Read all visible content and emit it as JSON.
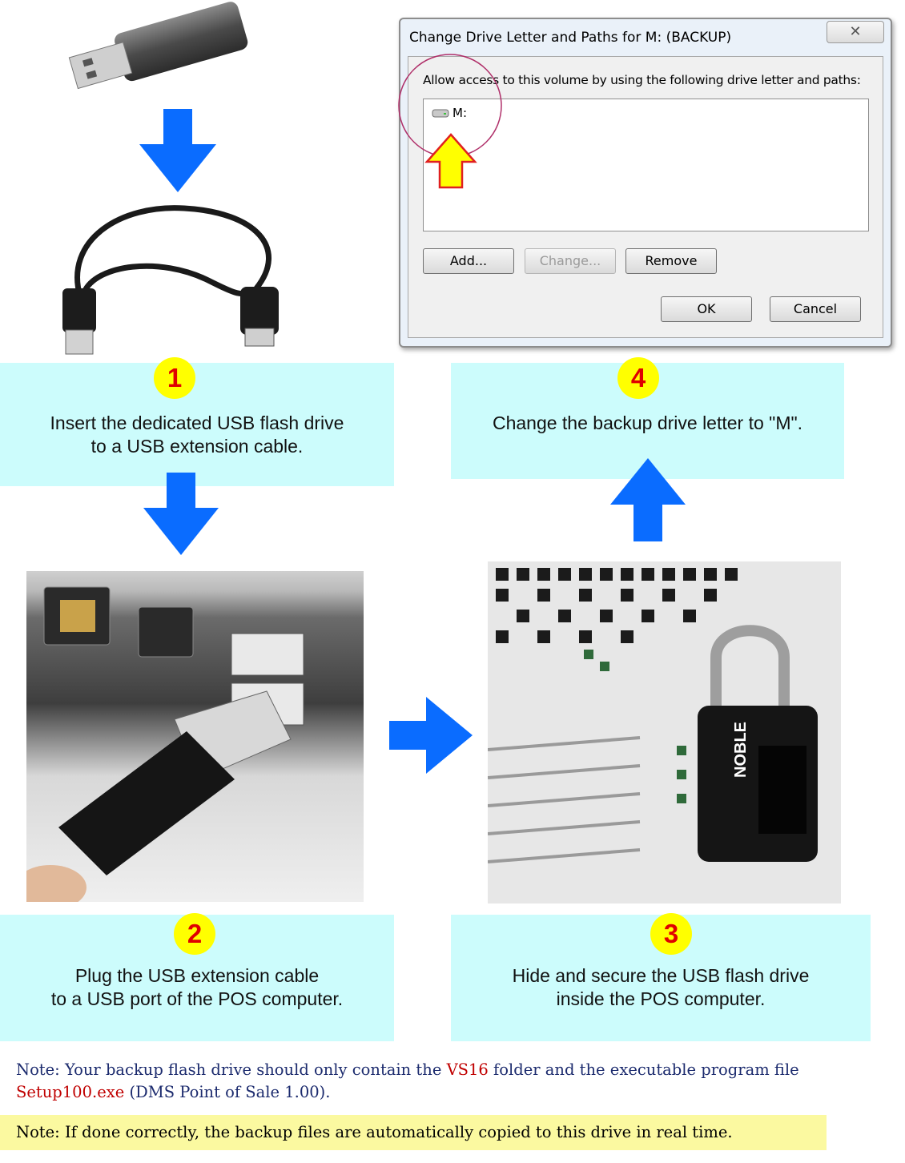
{
  "dialog": {
    "title": "Change Drive Letter and Paths for M: (BACKUP)",
    "close_glyph": "✕",
    "label": "Allow access to this volume by using the following drive letter and paths:",
    "list_items": [
      "M:"
    ],
    "buttons": {
      "add": "Add...",
      "change": "Change...",
      "remove": "Remove",
      "ok": "OK",
      "cancel": "Cancel"
    }
  },
  "steps": [
    {
      "number": "1",
      "text": "Insert the dedicated USB flash drive\nto a USB extension cable."
    },
    {
      "number": "2",
      "text": "Plug the USB extension cable\nto a USB port of the POS computer."
    },
    {
      "number": "3",
      "text": "Hide and secure the USB flash drive\ninside the POS computer."
    },
    {
      "number": "4",
      "text": "Change the backup drive letter to \"M\"."
    }
  ],
  "lock_brand": "NOBLE",
  "notes": {
    "note1_prefix": "Note: Your backup flash drive should only contain the ",
    "note1_folder": "VS16",
    "note1_middle": " folder and the executable program file ",
    "note1_file": "Setup100.exe",
    "note1_suffix": " (DMS Point of Sale 1.00).",
    "note2": "Note:  If done correctly, the backup files are automatically copied to this drive in real time."
  },
  "colors": {
    "arrow": "#0a6cff",
    "step_bg": "#ccfcfc",
    "badge": "#ffff00",
    "badge_text": "#e00000",
    "note_highlight": "#fbf9a0"
  }
}
